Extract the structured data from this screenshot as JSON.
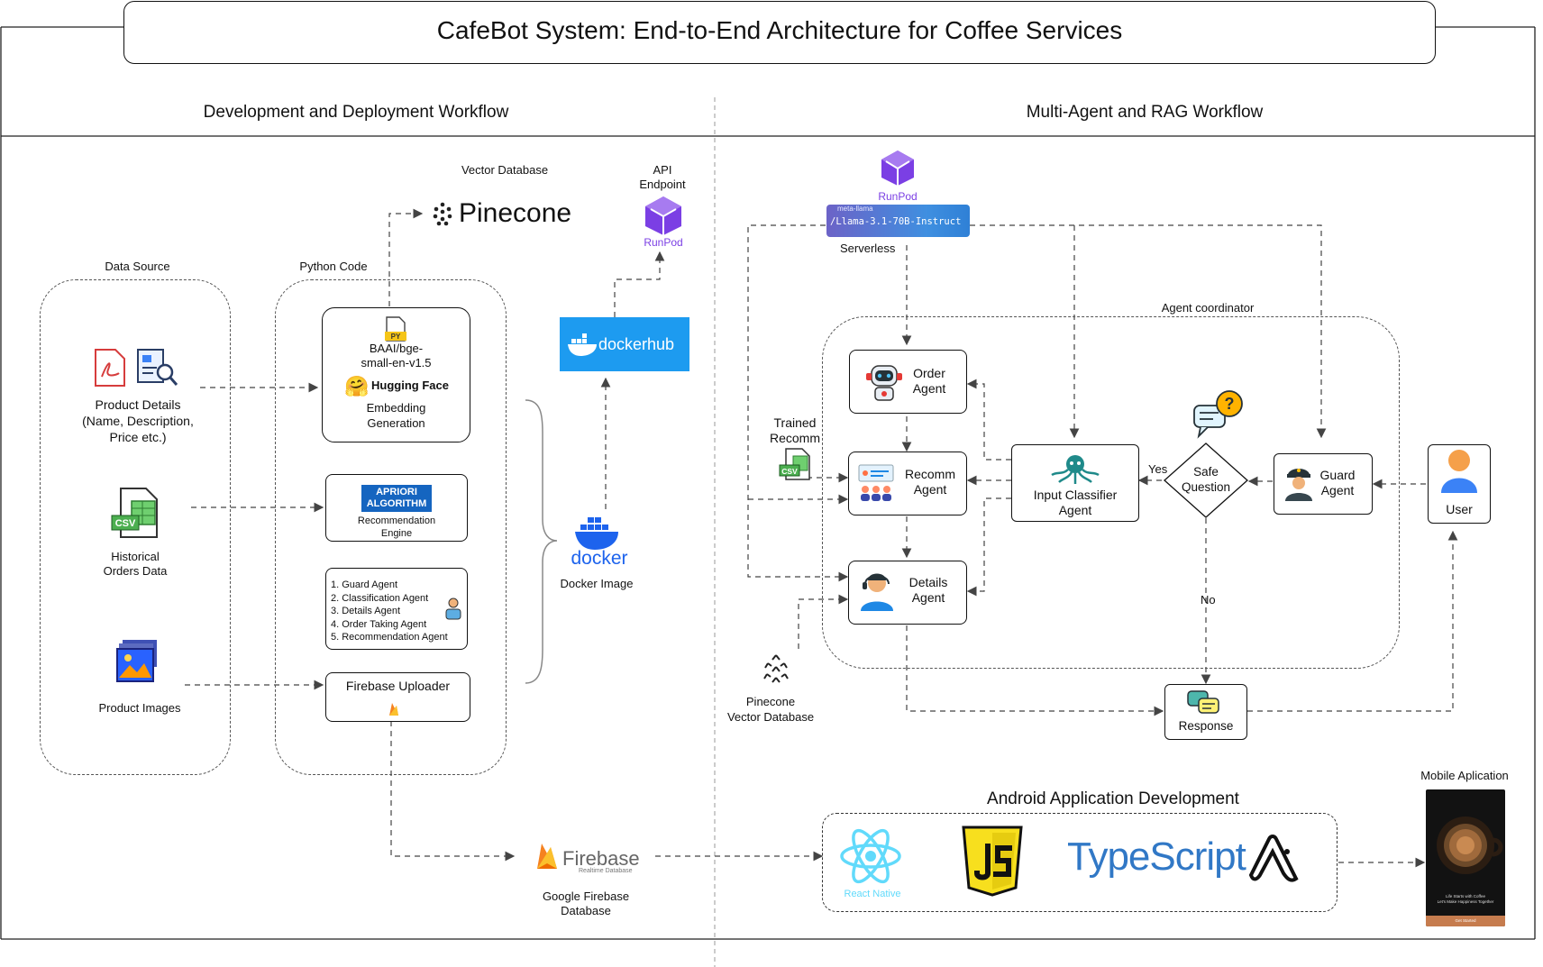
{
  "title": "CafeBot System: End-to-End Architecture for Coffee Services",
  "left_section": {
    "heading": "Development and Deployment Workflow",
    "data_source": {
      "label": "Data Source",
      "product_details": "Product Details\n(Name, Description,\nPrice etc.)",
      "historical_orders": "Historical\nOrders Data",
      "product_images": "Product Images"
    },
    "python_code": {
      "label": "Python Code",
      "embedding_model": "BAAI/bge-\nsmall-en-v1.5",
      "hugging_face": "Hugging Face",
      "embedding_generation": "Embedding\nGeneration",
      "apriori_logo": "APRIORI\nALGORITHM",
      "recommendation_engine": "Recommendation\nEngine",
      "agents_list": [
        "1. Guard Agent",
        "2. Classification Agent",
        "3. Details Agent",
        "4. Order Taking Agent",
        "5. Recommendation Agent"
      ],
      "firebase_uploader": "Firebase Uploader"
    },
    "vector_database_label": "Vector Database",
    "pinecone_logo": "Pinecone",
    "api_endpoint_label": "API\nEndpoint",
    "runpod_logo": "RunPod",
    "dockerhub_logo": "dockerhub",
    "docker_logo": "docker",
    "docker_image_label": "Docker Image",
    "firebase_logo": "Firebase",
    "firebase_sub": "Realtime Database",
    "google_firebase_label": "Google Firebase\nDatabase"
  },
  "right_section": {
    "heading": "Multi-Agent and RAG Workflow",
    "runpod_logo": "RunPod",
    "llm_model_small": "meta-llama",
    "llm_model": "/Llama-3.1-70B-Instruct",
    "serverless_label": "Serverless",
    "agent_coordinator_label": "Agent coordinator",
    "order_agent": "Order\nAgent",
    "recomm_agent": "Recomm\nAgent",
    "details_agent": "Details\nAgent",
    "input_classifier": "Input Classifier\nAgent",
    "safe_question": "Safe\nQuestion",
    "guard_agent": "Guard\nAgent",
    "user_label": "User",
    "yes_label": "Yes",
    "no_label": "No",
    "trained_recomm": "Trained\nRecomm",
    "pinecone_vector_db": "Pinecone\nVector Database",
    "response_label": "Response",
    "android_heading": "Android Application Development",
    "react_native": "React Native",
    "typescript": "TypeScript",
    "mobile_app_label": "Mobile Aplication",
    "mobile_tagline": "Life Starts with Coffee\nLet's Make Happiness Together",
    "mobile_button": "Get Started"
  },
  "colors": {
    "runpod_purple": "#7b3fe4",
    "docker_blue": "#1d63ed",
    "dockerhub_bg": "#1d9bf0",
    "firebase_orange": "#f58220",
    "js_yellow": "#f7df1e",
    "typescript_blue": "#3178c6",
    "react_cyan": "#61dafb",
    "agent_teal": "#1f8a8a",
    "user_orange": "#f5a04a",
    "user_blue": "#3b82f6"
  }
}
